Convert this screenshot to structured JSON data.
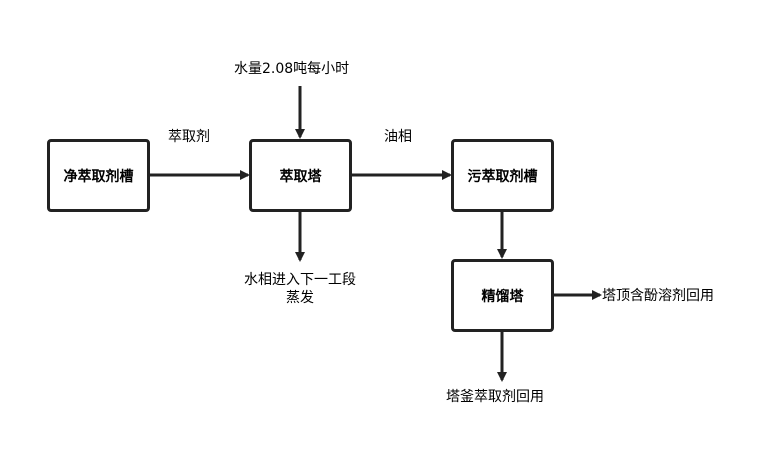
{
  "nodes": {
    "clean_tank": "净萃取剂槽",
    "extraction_tower": "萃取塔",
    "dirty_tank": "污萃取剂槽",
    "rectification_tower": "精馏塔"
  },
  "edge_labels": {
    "extractant": "萃取剂",
    "water_input": "水量2.08吨每小时",
    "oil_phase": "油相",
    "water_phase_line1": "水相进入下一工段",
    "water_phase_line2": "蒸发",
    "top_output": "塔顶含酚溶剂回用",
    "bottom_output": "塔釜萃取剂回用"
  }
}
